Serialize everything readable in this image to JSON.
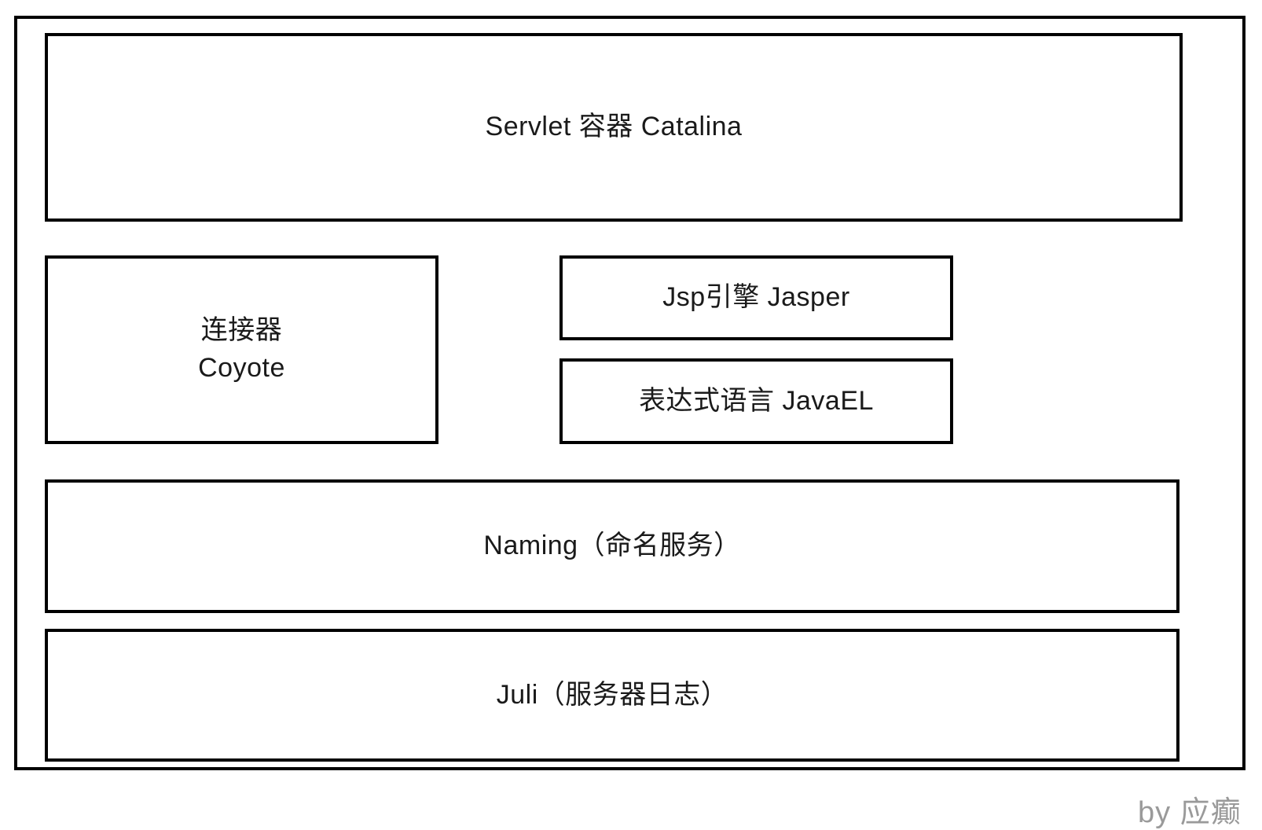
{
  "diagram": {
    "servlet_box": {
      "label": "Servlet 容器 Catalina"
    },
    "coyote_box": {
      "line1": "连接器",
      "line2": "Coyote"
    },
    "jasper_box": {
      "label": "Jsp引擎 Jasper"
    },
    "javael_box": {
      "label": "表达式语言 JavaEL"
    },
    "naming_box": {
      "label": "Naming（命名服务）"
    },
    "juli_box": {
      "label": "Juli（服务器日志）"
    },
    "watermark": "by 应癫",
    "colors": {
      "border": "#000000",
      "background": "#ffffff",
      "text": "#1a1a1a",
      "watermark": "#9a9a9a"
    }
  }
}
